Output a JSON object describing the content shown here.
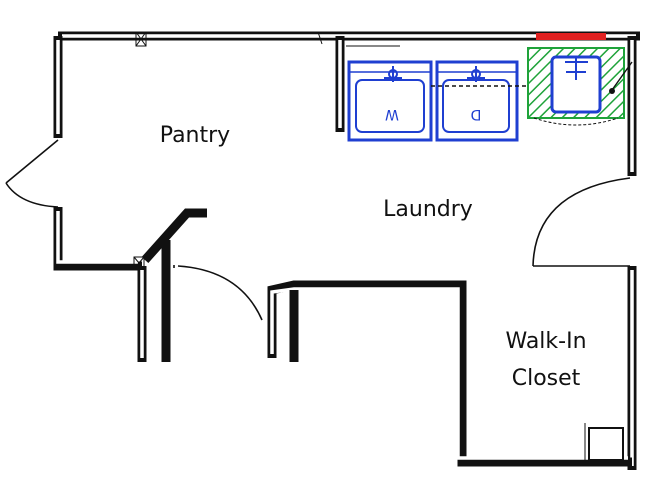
{
  "rooms": {
    "pantry": "Pantry",
    "laundry": "Laundry",
    "walkin_line1": "Walk-In",
    "walkin_line2": "Closet"
  },
  "appliances": {
    "washer_mark": "W",
    "dryer_mark": "D"
  },
  "colors": {
    "wall": "#111111",
    "appliance": "#1f3fd1",
    "sink_hatch": "#1fa33a",
    "window_accent": "#e02020"
  }
}
